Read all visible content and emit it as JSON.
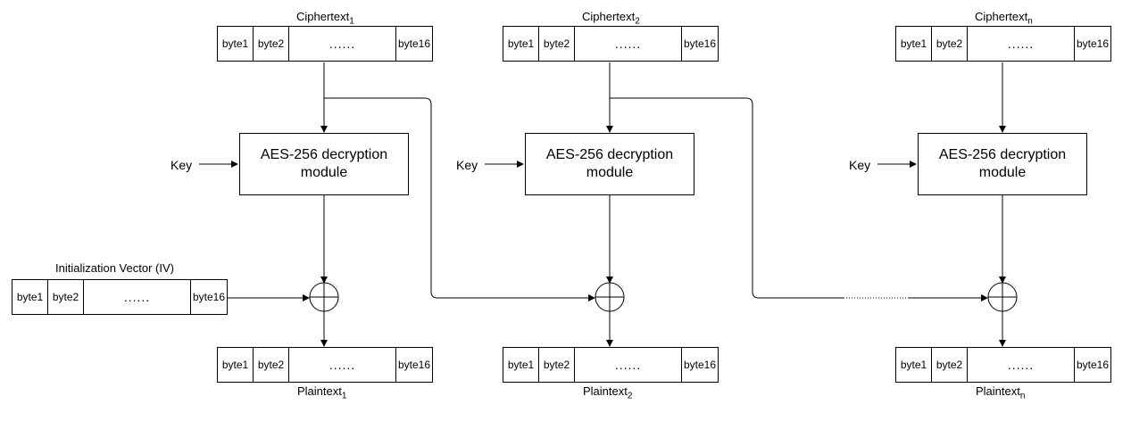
{
  "bytes": {
    "b1": "byte1",
    "b2": "byte2",
    "dots": "......",
    "b16": "byte16"
  },
  "module_label": "AES-256 decryption module",
  "key_label": "Key",
  "iv_label": "Initialization Vector (IV)",
  "blocks": [
    {
      "cipher_base": "Ciphertext",
      "cipher_sub": "1",
      "plain_base": "Plaintext",
      "plain_sub": "1"
    },
    {
      "cipher_base": "Ciphertext",
      "cipher_sub": "2",
      "plain_base": "Plaintext",
      "plain_sub": "2"
    },
    {
      "cipher_base": "Ciphertext",
      "cipher_sub": "n",
      "plain_base": "Plaintext",
      "plain_sub": "n"
    }
  ]
}
